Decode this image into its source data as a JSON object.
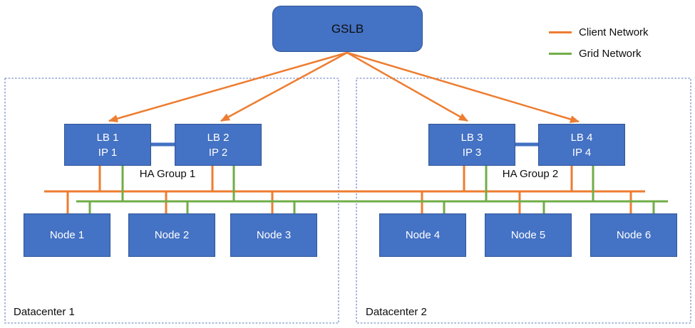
{
  "gslb": {
    "label": "GSLB"
  },
  "legend": {
    "items": [
      {
        "label": "Client Network",
        "color": "#ED7D31"
      },
      {
        "label": "Grid Network",
        "color": "#70AD47"
      }
    ]
  },
  "datacenters": [
    {
      "label": "Datacenter 1",
      "ha_group": "HA Group 1",
      "load_balancers": [
        {
          "name": "LB 1",
          "ip": "IP 1"
        },
        {
          "name": "LB 2",
          "ip": "IP 2"
        }
      ],
      "nodes": [
        "Node 1",
        "Node 2",
        "Node 3"
      ]
    },
    {
      "label": "Datacenter 2",
      "ha_group": "HA Group 2",
      "load_balancers": [
        {
          "name": "LB 3",
          "ip": "IP 3"
        },
        {
          "name": "LB 4",
          "ip": "IP 4"
        }
      ],
      "nodes": [
        "Node 4",
        "Node 5",
        "Node 6"
      ]
    }
  ],
  "colors": {
    "client_network": "#ED7D31",
    "grid_network": "#70AD47",
    "box_fill": "#4472C4",
    "box_border": "#2F5597",
    "boundary": "#8FA2D4",
    "text_dark": "#0D0D0D",
    "text_light": "#FFFFFF"
  }
}
